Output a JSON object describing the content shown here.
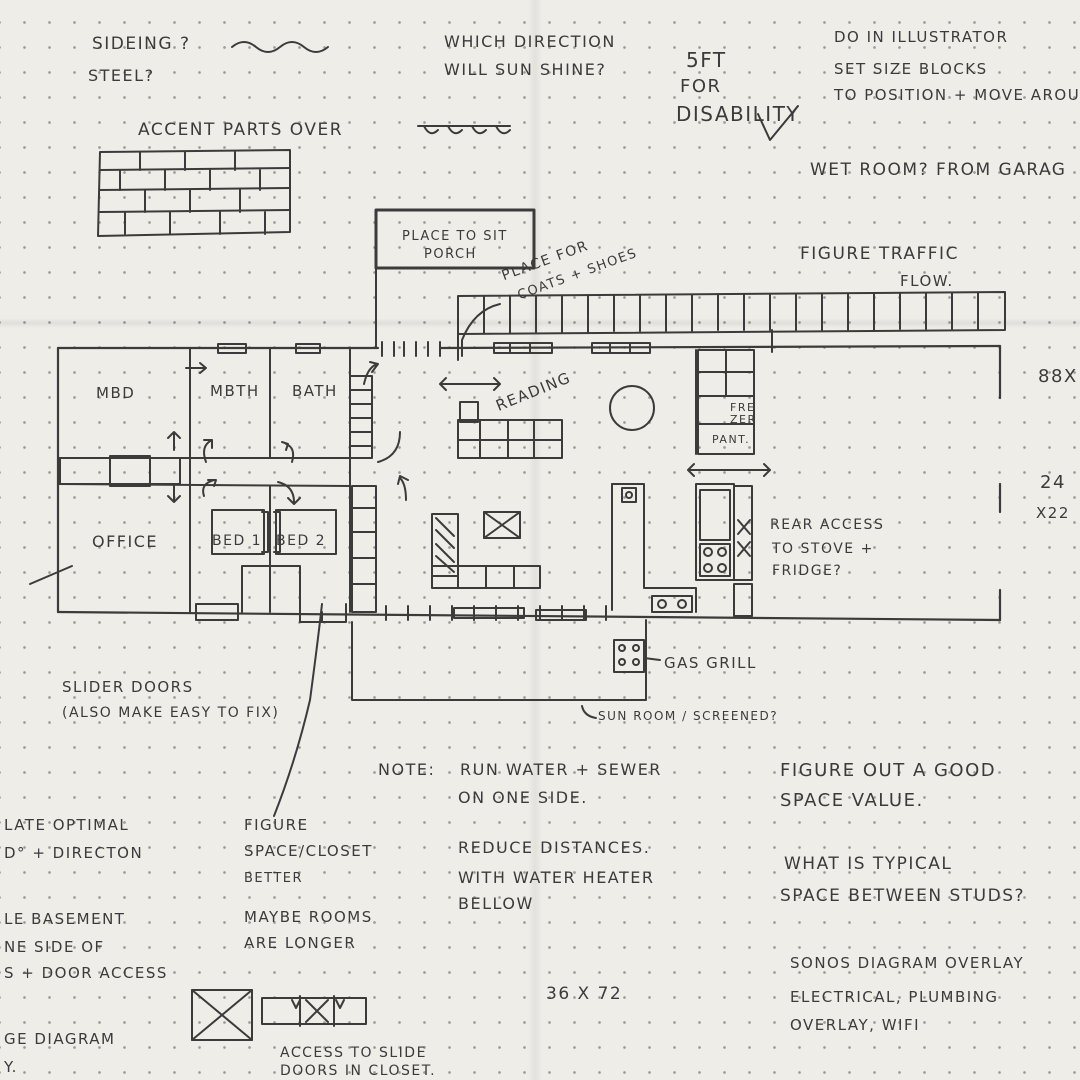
{
  "notes": {
    "sideing": "Sideing ?",
    "steel": "Steel?",
    "sun_direction_1": "Which direction",
    "sun_direction_2": "will sun shine?",
    "five_ft_1": "5FT",
    "five_ft_2": "For",
    "five_ft_3": "Disability",
    "illustrator_1": "Do in Illustrator",
    "illustrator_2": "Set size blocks",
    "illustrator_3": "to position + move arou",
    "wet_room": "Wet room? From garag",
    "accent_parts": "Accent parts over",
    "figure_traffic_1": "Figure traffic",
    "figure_traffic_2": "flow.",
    "dim_88": "88x",
    "dim_24": "24",
    "dim_x22": "x22",
    "slider_doors_1": "Slider doors",
    "slider_doors_2": "(also make easy to fix)",
    "sun_room": "Sun room / screened?",
    "note_label": "Note:",
    "note_1": "Run water + sewer",
    "note_2": "on one side.",
    "reduce_1": "Reduce distances.",
    "reduce_2": "with water heater",
    "reduce_3": "bellow",
    "space_value_1": "Figure out a good",
    "space_value_2": "space value.",
    "studs_1": "What is typical",
    "studs_2": "space between studs?",
    "sonos_1": "Sonos diagram overlay",
    "sonos_2": "electrical, plumbing",
    "sonos_3": "overlay, wifi",
    "dim_36x72": "36 x 72",
    "figure_closet_1": "Figure",
    "figure_closet_2": "space/closet",
    "figure_closet_3": "better",
    "rooms_longer_1": "Maybe rooms",
    "rooms_longer_2": "are longer",
    "access_slide_1": "Access to slide",
    "access_slide_2": "doors in closet.",
    "left_1": "late optimal",
    "left_2": "d° + directon",
    "left_3": "le basement",
    "left_4": "ne side of",
    "left_5": "s + door access",
    "left_6": "ge diagram",
    "left_7": "y.",
    "rear_access_1": "Rear access",
    "rear_access_2": "to stove +",
    "rear_access_3": "fridge?",
    "gas_grill": "Gas grill",
    "place_for_1": "Place for",
    "place_for_2": "coats + shoes"
  },
  "rooms": {
    "porch_1": "Place to sit",
    "porch_2": "Porch",
    "mbd": "MBD",
    "mbth": "MBTH",
    "bath": "Bath",
    "office": "Office",
    "bed1": "Bed 1",
    "bed2": "Bed 2",
    "reading": "Reading",
    "freezer_1": "Fre",
    "freezer_2": "zer",
    "pantry": "Pant."
  },
  "colors": {
    "ink": "#3b3b3b",
    "paper": "#eeede8",
    "dots": "#9b9b98"
  }
}
